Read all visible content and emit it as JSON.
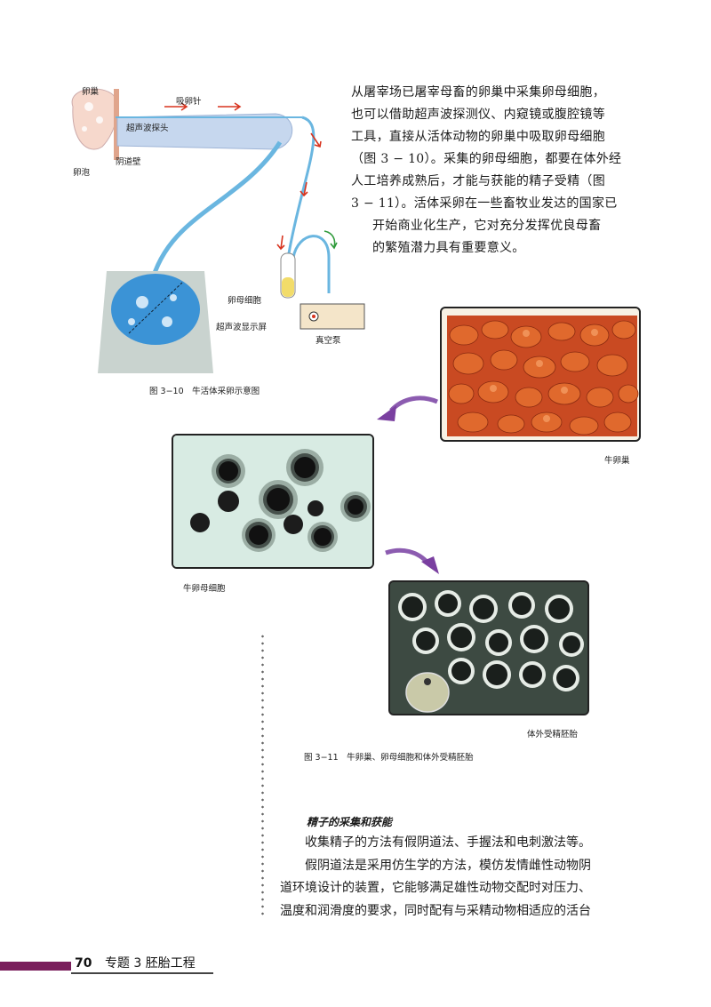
{
  "intro_text": {
    "line1": "从屠宰场已屠宰母畜的卵巢中采集卵母细胞，",
    "line2": "也可以借助超声波探测仪、内窥镜或腹腔镜等",
    "line3": "工具，直接从活体动物的卵巢中吸取卵母细胞",
    "line4": "（图 3 − 10）。采集的卵母细胞，都要在体外经",
    "line5": "人工培养成熟后，才能与获能的精子受精（图",
    "line6": "3 − 11）。活体采卵在一些畜牧业发达的国家已",
    "line7": "开始商业化生产，它对充分发挥优良母畜",
    "line8": "的繁殖潜力具有重要意义。"
  },
  "figure_3_10": {
    "labels": {
      "ovary": "卵巢",
      "needle": "吸卵针",
      "probe": "超声波探头",
      "vaginal_wall": "阴道壁",
      "follicle": "卵泡",
      "oocyte": "卵母细胞",
      "display": "超声波显示屏",
      "pump": "真空泵"
    },
    "caption": "图 3−10　牛活体采卵示意图"
  },
  "figure_3_11": {
    "label_ovary": "牛卵巢",
    "label_oocyte": "牛卵母细胞",
    "label_embryo": "体外受精胚胎",
    "caption": "图 3−11　牛卵巢、卵母细胞和体外受精胚胎"
  },
  "section": {
    "title": "精子的采集和获能",
    "line1": "收集精子的方法有假阴道法、手握法和电刺激法等。",
    "line2": "假阴道法是采用仿生学的方法，模仿发情雌性动物阴",
    "line3": "道环境设计的装置，它能够满足雄性动物交配时对压力、",
    "line4": "温度和润滑度的要求，同时配有与采精动物相适应的活台"
  },
  "footer": {
    "page": "70",
    "chapter": "专题 3  胚胎工程"
  },
  "colors": {
    "accent": "#7a1f5c",
    "arrow_red": "#d8341f",
    "tube_blue": "#6ab6e0",
    "arrow_purple": "#7a3fa0"
  }
}
